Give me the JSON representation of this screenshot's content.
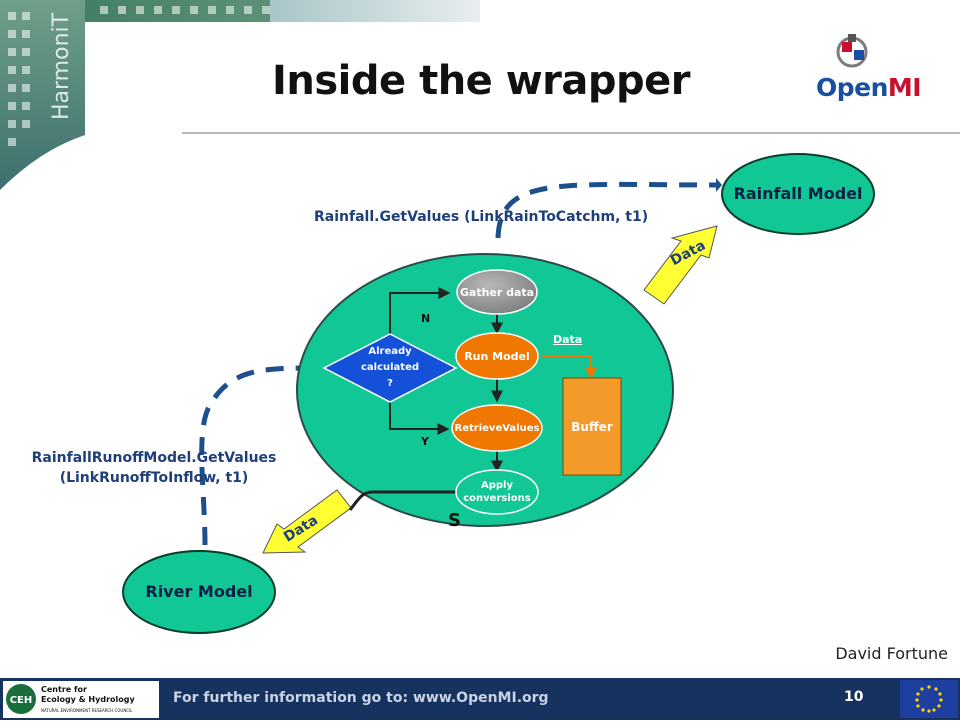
{
  "slide": {
    "title": "Inside the wrapper",
    "author": "David Fortune",
    "page_number": "10"
  },
  "branding": {
    "banner_word": "HarmoniT",
    "logo_word_part1": "Open",
    "logo_word_part2": "MI"
  },
  "diagram": {
    "rainfall_model": "Rainfall Model",
    "river_model": "River Model",
    "call_top": "Rainfall.GetValues (LinkRainToCatchm, t1)",
    "call_left_line1": "RainfallRunoffModel.GetValues",
    "call_left_line2": "(LinkRunoffToInflow, t1)",
    "arrow_data_top": "Data",
    "arrow_data_bottom": "Data",
    "gather_data": "Gather data",
    "run_model": "Run Model",
    "retrieve_values": "RetrieveValues",
    "apply_conversions_line1": "Apply",
    "apply_conversions_line2": "conversions",
    "decision_line1": "Already",
    "decision_line2": "calculated",
    "decision_line3": "?",
    "branch_no": "N",
    "branch_yes": "Y",
    "data_small": "Data",
    "buffer": "Buffer",
    "stray_letter": "S"
  },
  "footer": {
    "text": "For further information go to: www.OpenMI.org",
    "ceh_line1": "Centre for",
    "ceh_line2": "Ecology & Hydrology",
    "ceh_line3": "NATURAL ENVIRONMENT RESEARCH COUNCIL",
    "ceh_badge": "CEH"
  },
  "colors": {
    "footer_bg": "#16325f",
    "ellipse_fill": "#12c796",
    "decision_fill": "#1550d8",
    "run_model_fill": "#f07800",
    "retrieve_fill": "#f07800",
    "buffer_fill": "#f39a2a",
    "gather_fill": "#9a9a9a",
    "arrow_fill": "#ffff33",
    "dash_blue": "#1d4f8c"
  }
}
